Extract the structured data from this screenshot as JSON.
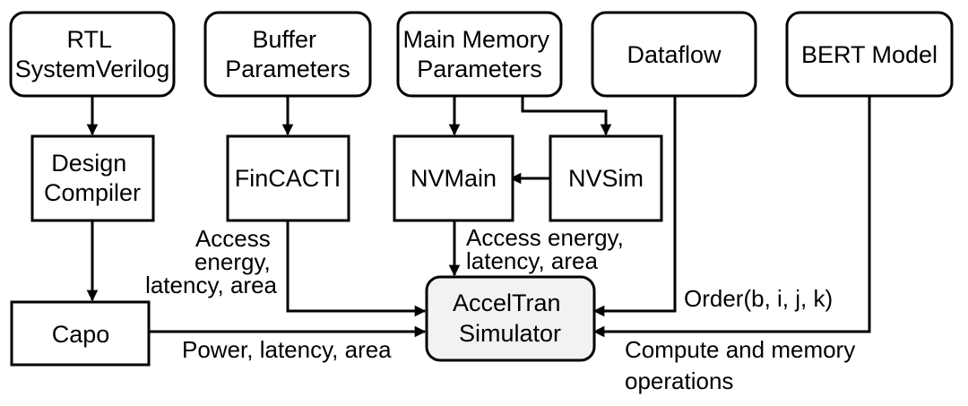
{
  "nodes": {
    "rtl": [
      "RTL",
      "SystemVerilog"
    ],
    "buffer": [
      "Buffer",
      "Parameters"
    ],
    "mainmem": [
      "Main Memory",
      "Parameters"
    ],
    "dataflow": [
      "Dataflow"
    ],
    "bert": [
      "BERT Model"
    ],
    "dc": [
      "Design",
      "Compiler"
    ],
    "fincacti": [
      "FinCACTI"
    ],
    "nvmain": [
      "NVMain"
    ],
    "nvsim": [
      "NVSim"
    ],
    "capo": [
      "Capo"
    ],
    "acceltran": [
      "AccelTran",
      "Simulator"
    ]
  },
  "edge_labels": {
    "fincacti_out": [
      "Access",
      "energy,",
      "latency, area"
    ],
    "nvmain_out": [
      "Access energy,",
      "latency, area"
    ],
    "dataflow_out": [
      "Order(b, i, j, k)"
    ],
    "capo_out": [
      "Power, latency, area"
    ],
    "bert_out": [
      "Compute and memory",
      "operations"
    ]
  }
}
